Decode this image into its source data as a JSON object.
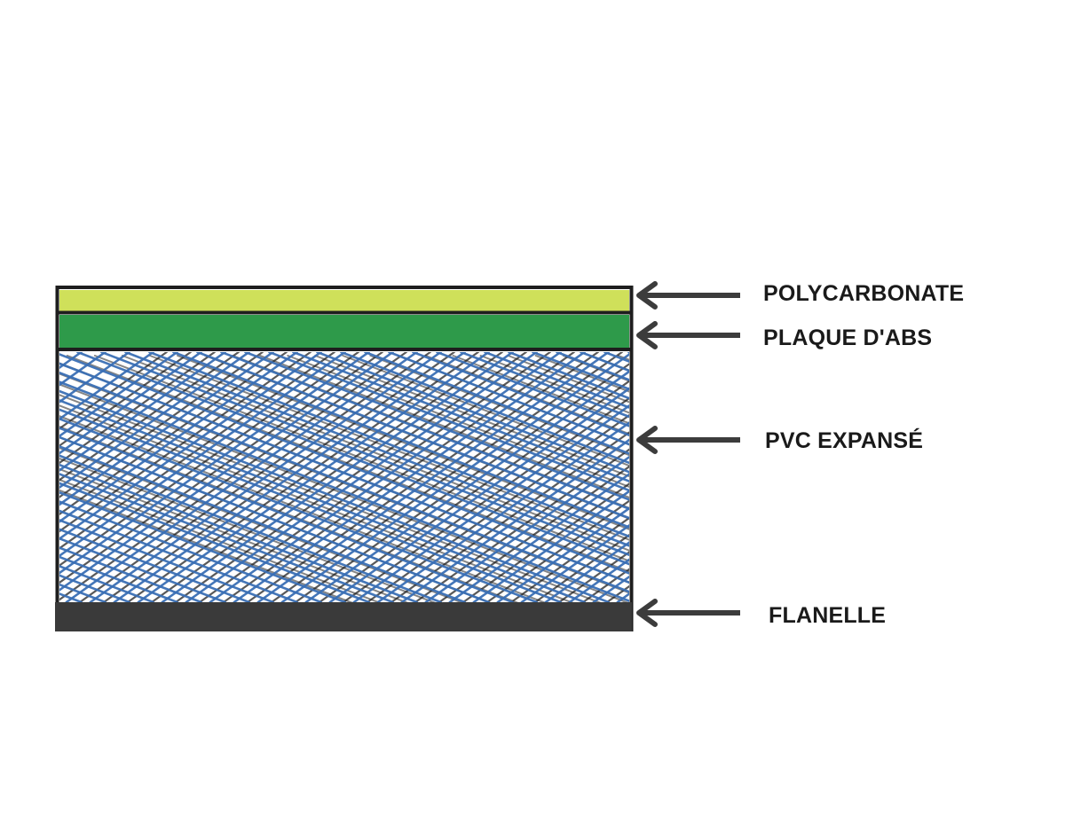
{
  "diagram": {
    "layers": [
      {
        "id": "polycarbonate",
        "label": "POLYCARBONATE",
        "color": "#cfe05a"
      },
      {
        "id": "abs",
        "label": "PLAQUE D'ABS",
        "color": "#2e9a4a"
      },
      {
        "id": "pvc",
        "label": "PVC EXPANSÉ",
        "color": "#ffffff",
        "hatch_colors": [
          "#3a6fb5",
          "#222222"
        ]
      },
      {
        "id": "flanelle",
        "label": "FLANELLE",
        "color": "#3a3a3a"
      }
    ],
    "outline_color": "#1e1e1e",
    "arrow_color": "#3c3c3c",
    "arrow_icon": "arrow-left-icon"
  }
}
